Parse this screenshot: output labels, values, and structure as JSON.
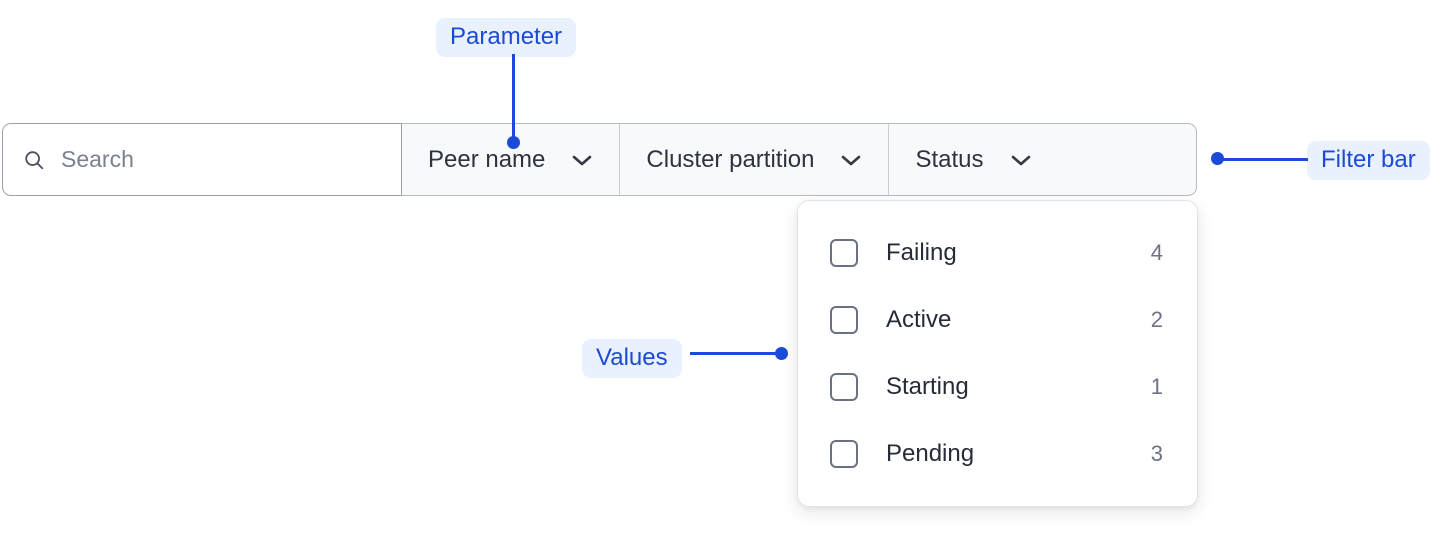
{
  "filter_bar": {
    "search": {
      "placeholder": "Search",
      "value": "",
      "icon": "search-icon"
    },
    "dropdowns": [
      {
        "label": "Peer name",
        "icon": "chevron-down-icon"
      },
      {
        "label": "Cluster partition",
        "icon": "chevron-down-icon"
      },
      {
        "label": "Status",
        "icon": "chevron-down-icon"
      }
    ]
  },
  "values_panel": {
    "options": [
      {
        "label": "Failing",
        "count": "4",
        "checked": false
      },
      {
        "label": "Active",
        "count": "2",
        "checked": false
      },
      {
        "label": "Starting",
        "count": "1",
        "checked": false
      },
      {
        "label": "Pending",
        "count": "3",
        "checked": false
      }
    ]
  },
  "annotations": {
    "parameter": "Parameter",
    "filter_bar": "Filter bar",
    "values": "Values"
  },
  "colors": {
    "accent": "#1b4ad6",
    "accent_badge_bg": "#eaf1fe",
    "bar_bg": "#f8f9fa",
    "search_bg": "#ffffff",
    "text": "#2e3340",
    "muted_text": "#6d7384",
    "border": "#b5b9c2"
  }
}
